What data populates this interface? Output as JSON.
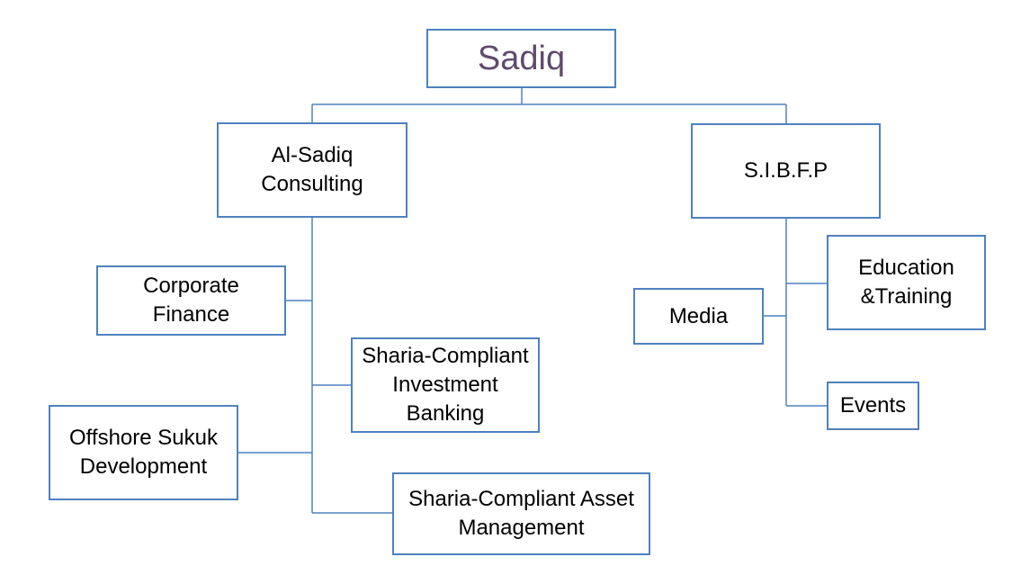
{
  "colors": {
    "box_border": "#4f81bd",
    "connector": "#4f81bd",
    "root_text": "#5f4b6d",
    "text": "#000000"
  },
  "org": {
    "root": "Sadiq",
    "consulting": {
      "title": "Al-Sadiq\nConsulting",
      "units": {
        "corporate_finance": "Corporate\nFinance",
        "investment_banking": "Sharia-Compliant\nInvestment\nBanking",
        "offshore_sukuk": "Offshore Sukuk\nDevelopment",
        "asset_management": "Sharia-Compliant Asset\nManagement"
      }
    },
    "sibfp": {
      "title": "S.I.B.F.P",
      "units": {
        "education_training": "Education\n&Training",
        "media": "Media",
        "events": "Events"
      }
    }
  }
}
